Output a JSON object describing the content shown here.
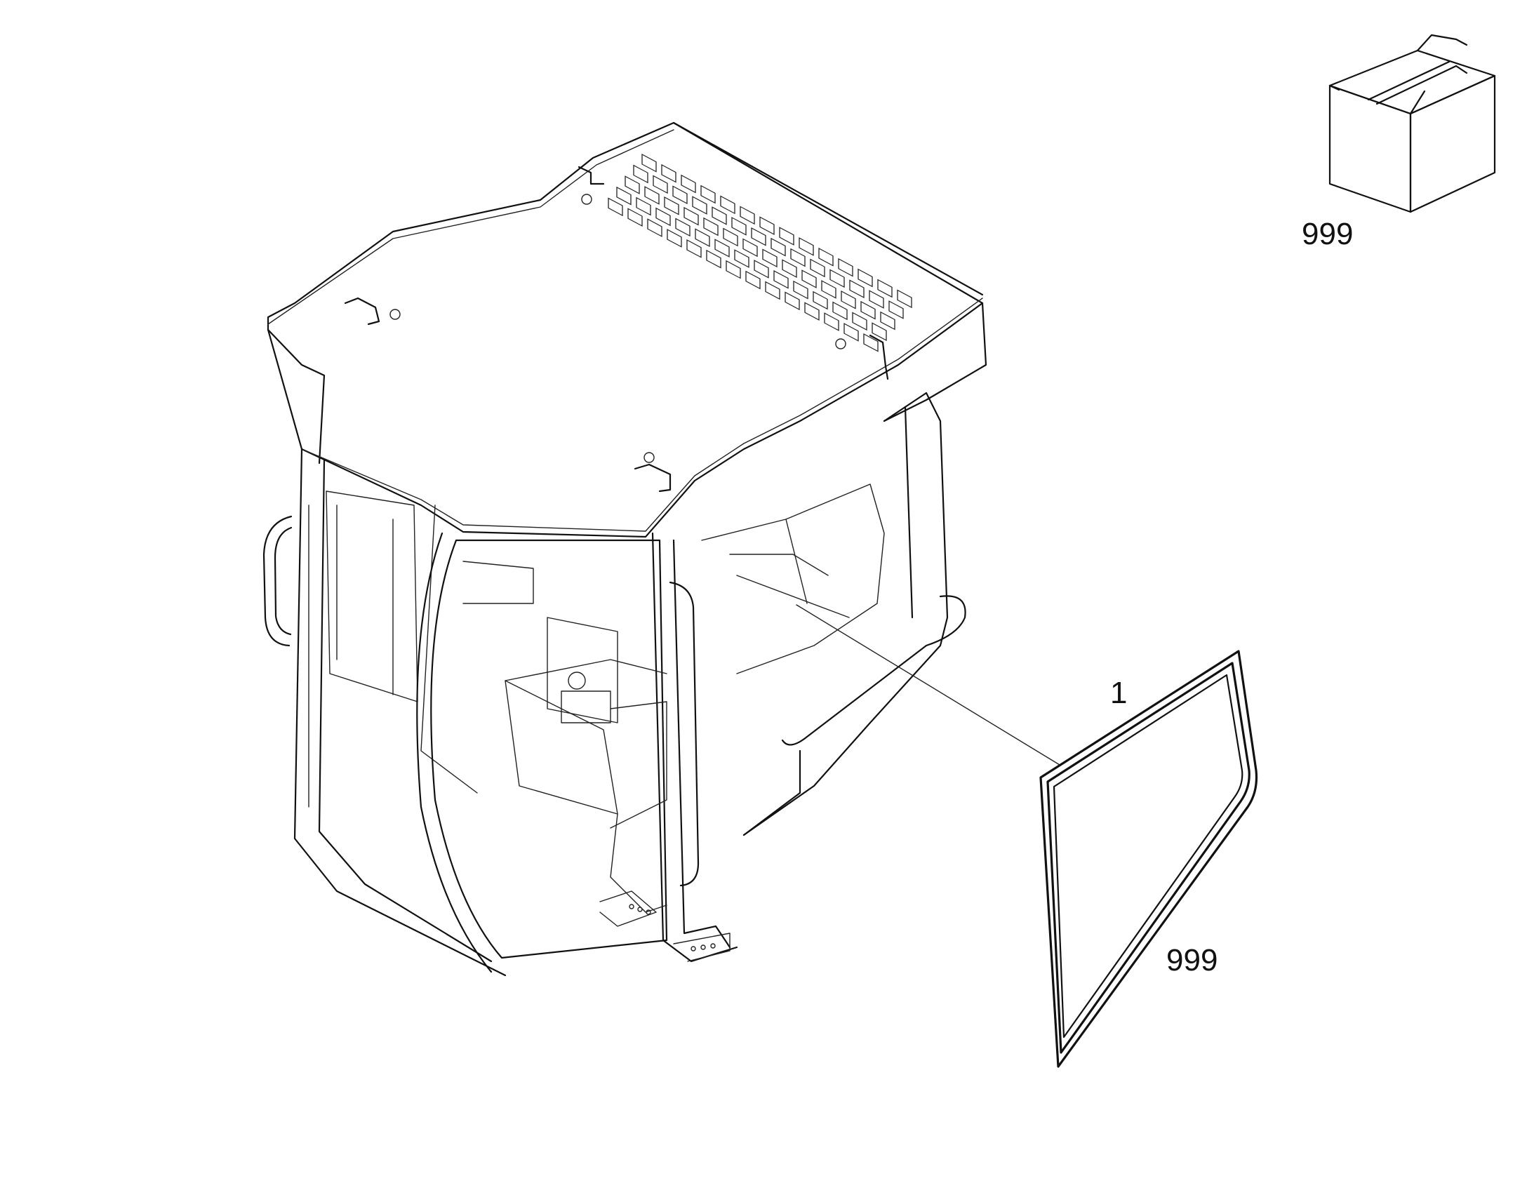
{
  "callouts": {
    "box_label": "999",
    "part_number": "1",
    "part_quantity": "999"
  },
  "icons": {
    "package": "package-box-icon"
  },
  "colors": {
    "line": "#111111",
    "background": "#ffffff"
  }
}
